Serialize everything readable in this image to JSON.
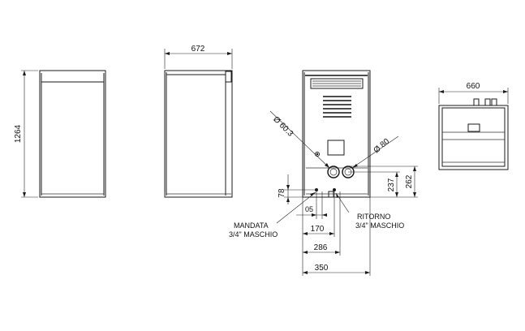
{
  "dimensions": {
    "height_total": "1264",
    "depth_side": "672",
    "width_top": "660",
    "dia_flue": "Ø 80",
    "dia_air": "Ø 60.3",
    "h_237": "237",
    "h_262": "262",
    "h_78": "78",
    "w_05": "05",
    "w_170": "170",
    "w_286": "286",
    "w_350": "350"
  },
  "labels": {
    "mandata_1": "MANDATA",
    "mandata_2": "3/4\" MASCHIO",
    "ritorno_1": "RITORNO",
    "ritorno_2": "3/4\" MASCHIO"
  }
}
